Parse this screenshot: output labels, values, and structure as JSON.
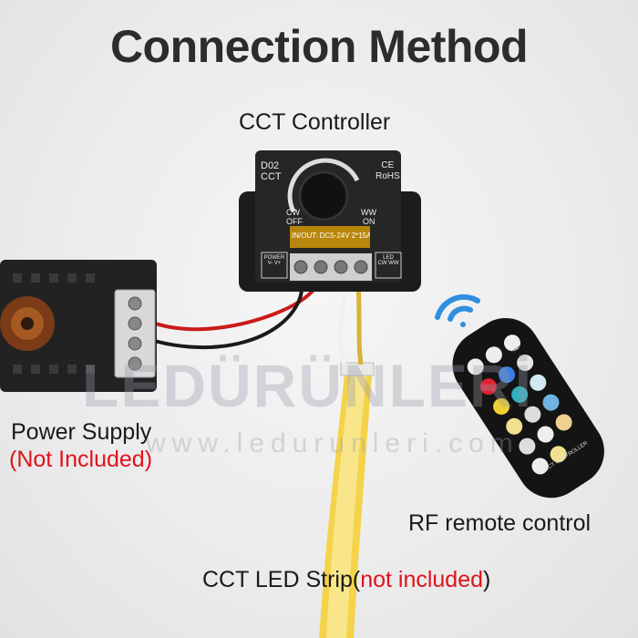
{
  "title": "Connection Method",
  "controller": {
    "label": "CCT Controller",
    "model": "D02",
    "sub": "CCT",
    "ce": "CE",
    "rohs": "RoHS",
    "cw": "CW",
    "ww": "WW",
    "off": "OFF",
    "on": "ON",
    "input": "IN/OUT: DC5-24V 2*15A",
    "power_label": "POWER",
    "power_terms": "V-  V+",
    "led_label": "LED",
    "led_terms": "CW WW"
  },
  "power_supply": {
    "label": "Power Supply",
    "note": "(Not Included)"
  },
  "remote": {
    "label": "RF remote control",
    "brand": "CCT CONTROLLER",
    "top_btn": "OFF",
    "icon": "wifi-signal-icon"
  },
  "strip": {
    "label_prefix": "CCT LED Strip(",
    "note": "not included",
    "label_suffix": ")"
  },
  "watermark": {
    "big": "LEDÜRÜNLERİ",
    "small": "www.ledurunleri.com"
  },
  "colors": {
    "accent_red": "#e0121b",
    "signal_blue": "#2f8fe0",
    "strip_yellow": "#f4d34a"
  }
}
